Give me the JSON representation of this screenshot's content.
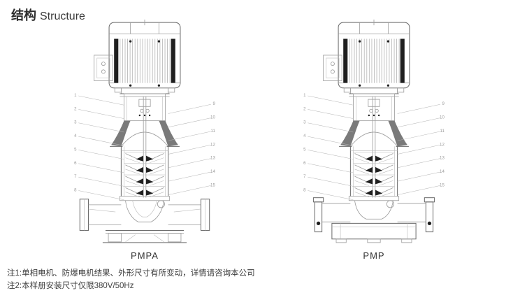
{
  "page": {
    "title_zh": "结构",
    "title_en": "Structure"
  },
  "diagrams": [
    {
      "id": "pmpa",
      "label": "PMPA",
      "callouts_left": [
        "1",
        "2",
        "3",
        "4",
        "5",
        "6",
        "7",
        "8"
      ],
      "callouts_right": [
        "9",
        "10",
        "11",
        "12",
        "13",
        "14",
        "15"
      ]
    },
    {
      "id": "pmp",
      "label": "PMP",
      "callouts_left": [
        "1",
        "2",
        "3",
        "4",
        "5",
        "6",
        "7",
        "8"
      ],
      "callouts_right": [
        "9",
        "10",
        "11",
        "12",
        "13",
        "14",
        "15"
      ]
    }
  ],
  "notes": [
    "注1:单相电机、防爆电机结果、外形尺寸有所变动，详情请咨询本公司",
    "注2:本样册安装尺寸仅限380V/50Hz"
  ],
  "colors": {
    "line_gray": "#9c9c9c",
    "line_dark": "#6b6b6b",
    "fill_dark": "#1f1f1f",
    "text": "#333333",
    "callout": "#9a9a9a",
    "background": "#ffffff"
  }
}
